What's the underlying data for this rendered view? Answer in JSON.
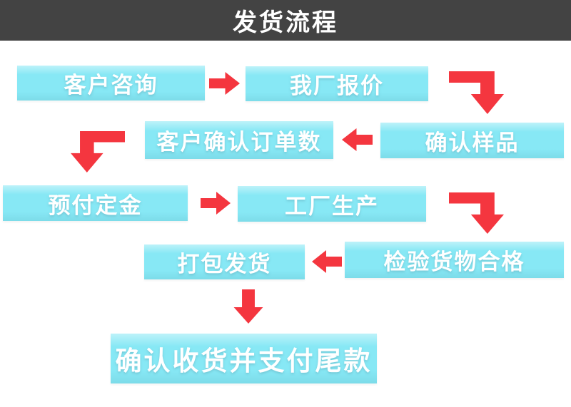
{
  "title": "发货流程",
  "colors": {
    "header_bg": "#434343",
    "header_text": "#ffffff",
    "box": "#87e8f5",
    "box_text": "#ffffff",
    "arrow": "#f4363f"
  },
  "flow": {
    "nodes": [
      {
        "id": "customer-inquiry",
        "label": "客户咨询"
      },
      {
        "id": "factory-quote",
        "label": "我厂报价"
      },
      {
        "id": "confirm-sample",
        "label": "确认样品"
      },
      {
        "id": "confirm-order-quantity",
        "label": "客户确认订单数"
      },
      {
        "id": "prepay-deposit",
        "label": "预付定金"
      },
      {
        "id": "factory-production",
        "label": "工厂生产"
      },
      {
        "id": "inspect-goods-qualified",
        "label": "检验货物合格"
      },
      {
        "id": "pack-and-ship",
        "label": "打包发货"
      },
      {
        "id": "confirm-receipt-pay-balance",
        "label": "确认收货并支付尾款"
      }
    ],
    "edges": [
      {
        "from": "客户咨询",
        "to": "我厂报价",
        "direction": "right"
      },
      {
        "from": "我厂报价",
        "to": "确认样品",
        "direction": "down"
      },
      {
        "from": "确认样品",
        "to": "客户确认订单数",
        "direction": "left"
      },
      {
        "from": "客户确认订单数",
        "to": "预付定金",
        "direction": "down"
      },
      {
        "from": "预付定金",
        "to": "工厂生产",
        "direction": "right"
      },
      {
        "from": "工厂生产",
        "to": "检验货物合格",
        "direction": "down"
      },
      {
        "from": "检验货物合格",
        "to": "打包发货",
        "direction": "left"
      },
      {
        "from": "打包发货",
        "to": "确认收货并支付尾款",
        "direction": "down"
      }
    ]
  }
}
